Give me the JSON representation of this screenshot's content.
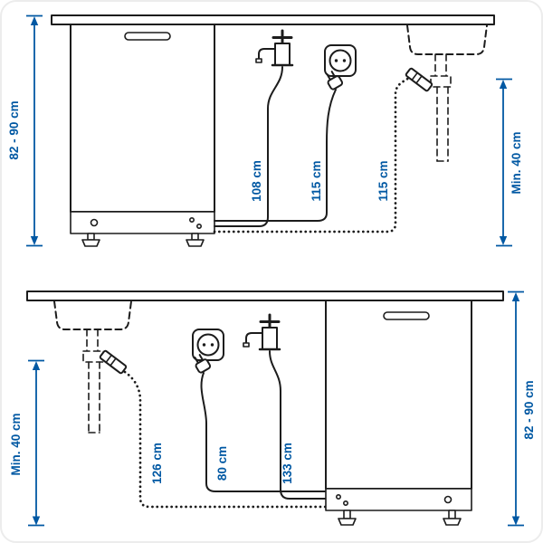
{
  "colors": {
    "dimension_blue": "#0058a3",
    "line_black": "#1c1c1c",
    "background": "#ffffff"
  },
  "top_diagram": {
    "dim_cabinet_height": "82 - 90 cm",
    "dim_supply_hose": "108 cm",
    "dim_power_cable": "115 cm",
    "dim_drain_hose": "115 cm",
    "dim_drain_min": "Min. 40 cm"
  },
  "bottom_diagram": {
    "dim_drain_min": "Min. 40 cm",
    "dim_drain_hose": "126 cm",
    "dim_power_cable": "80 cm",
    "dim_supply_hose": "133 cm",
    "dim_cabinet_height": "82 - 90 cm"
  }
}
